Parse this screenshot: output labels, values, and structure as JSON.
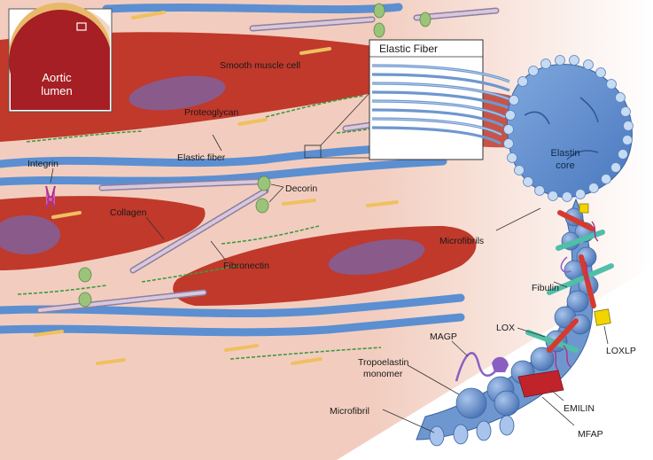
{
  "inset": {
    "line1": "Aortic",
    "line2": "lumen"
  },
  "callout": {
    "title": "Elastic Fiber",
    "core_line1": "Elastin",
    "core_line2": "core"
  },
  "labels": {
    "smooth_muscle_cell": "Smooth muscle cell",
    "proteoglycan": "Proteoglycan",
    "elastic_fiber": "Elastic fiber",
    "integrin": "Integrin",
    "decorin": "Decorin",
    "collagen": "Collagen",
    "fibronectin": "Fibronectin",
    "microfibrils": "Microfibrils",
    "fibulin": "Fibulin",
    "lox": "LOX",
    "loxlp": "LOXLP",
    "magp": "MAGP",
    "tropoelastin_1": "Tropoelastin",
    "tropoelastin_2": "monomer",
    "microfibril": "Microfibril",
    "emilin": "EMILIN",
    "mfap": "MFAP"
  },
  "colors": {
    "tissue": "#f2cdbf",
    "smooth_muscle": "#c0392b",
    "nucleus": "#8a5a8a",
    "elastic_fiber": "#5b8fd1",
    "collagen": "#d8c8dc",
    "proteoglycan": "#f0c060",
    "decorin": "#9bc47a",
    "microfibril_blue": "#6f97cf",
    "lox": "#4fbfa8",
    "loxlp": "#f2d400",
    "mfap": "#c0242a",
    "magp": "#8a5fc2"
  }
}
